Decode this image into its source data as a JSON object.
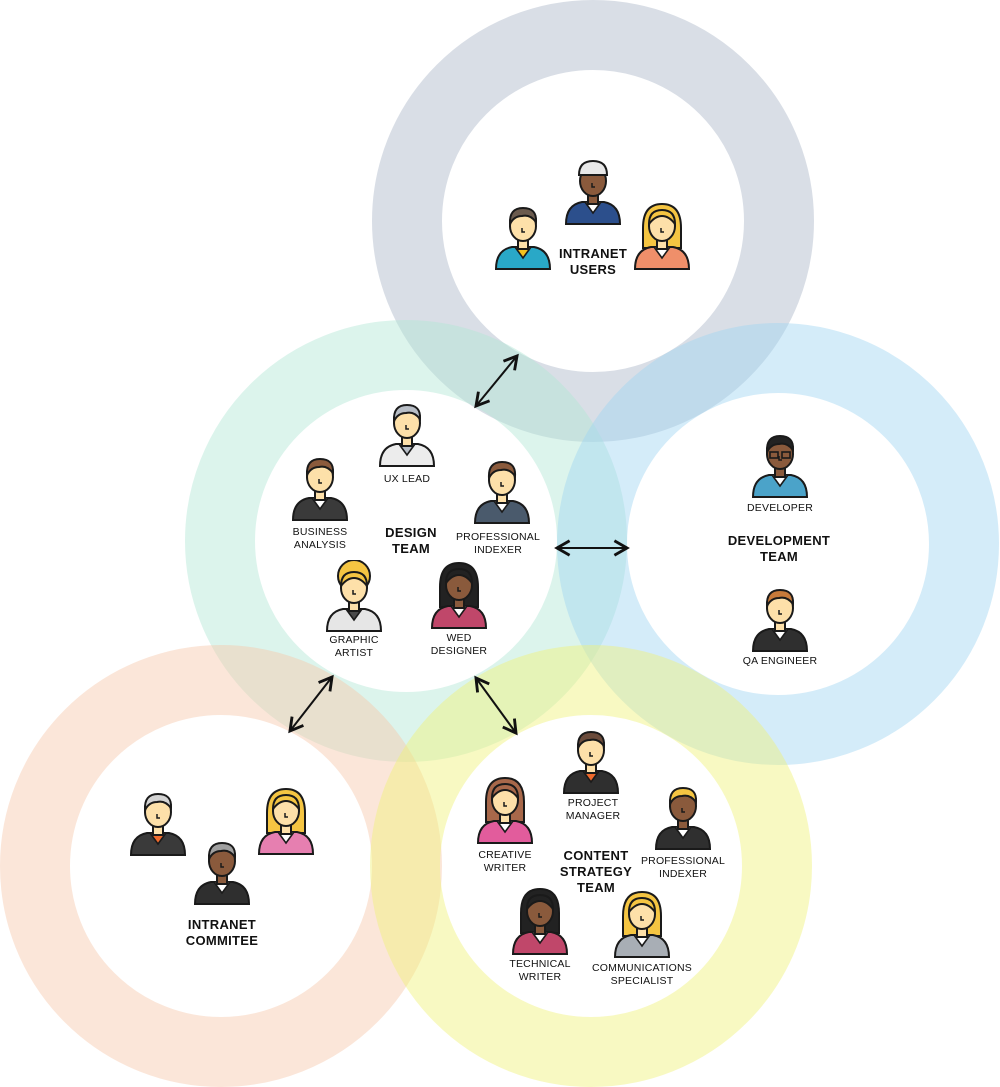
{
  "colors": {
    "users_ring": "#d3d9e2",
    "design_ring": "#d2efe6",
    "development_ring": "#c9e5f7",
    "committee_ring": "#f8dccb",
    "content_ring": "#f4f5a2",
    "arrow": "#111111"
  },
  "groups": {
    "intranet_users": {
      "label": "INTRANET\nUSERS"
    },
    "design_team": {
      "label": "DESIGN\nTEAM",
      "roles": {
        "ux_lead": "UX LEAD",
        "business_analysis": "BUSINESS\nANALYSIS",
        "professional_indexer": "PROFESSIONAL\nINDEXER",
        "graphic_artist": "GRAPHIC\nARTIST",
        "web_designer": "WED\nDESIGNER"
      }
    },
    "development_team": {
      "label": "DEVELOPMENT\nTEAM",
      "roles": {
        "developer": "DEVELOPER",
        "qa_engineer": "QA ENGINEER"
      }
    },
    "intranet_committee": {
      "label": "INTRANET\nCOMMITEE"
    },
    "content_strategy_team": {
      "label": "CONTENT\nSTRATEGY\nTEAM",
      "roles": {
        "project_manager": "PROJECT\nMANAGER",
        "creative_writer": "CREATIVE\nWRITER",
        "professional_indexer": "PROFESSIONAL\nINDEXER",
        "technical_writer": "TECHNICAL\nWRITER",
        "communications_specialist": "COMMUNICATIONS\nSPECIALIST"
      }
    }
  },
  "icons": {
    "person": "person-avatar-icon",
    "arrow": "double-headed-arrow-icon"
  }
}
